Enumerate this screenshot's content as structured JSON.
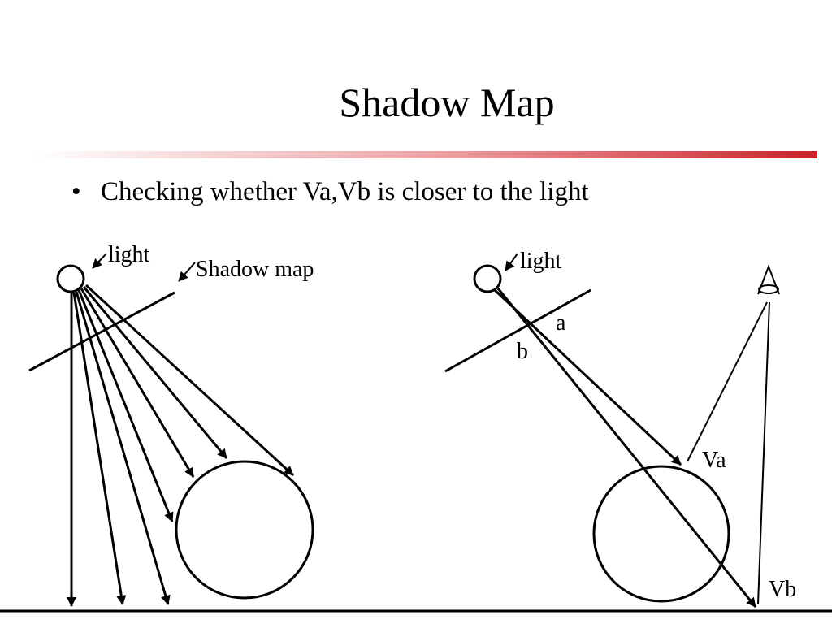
{
  "slide": {
    "title": "Shadow Map",
    "bullet": "Checking whether Va,Vb is closer to the light",
    "accent_color": "#d0202a"
  },
  "left_diagram": {
    "light_label": "light",
    "shadow_map_label": "Shadow map"
  },
  "right_diagram": {
    "light_label": "light",
    "point_a_label": "a",
    "point_b_label": "b",
    "va_label": "Va",
    "vb_label": "Vb"
  },
  "icons": {
    "light_source": "circle",
    "viewer": "eye-icon"
  }
}
